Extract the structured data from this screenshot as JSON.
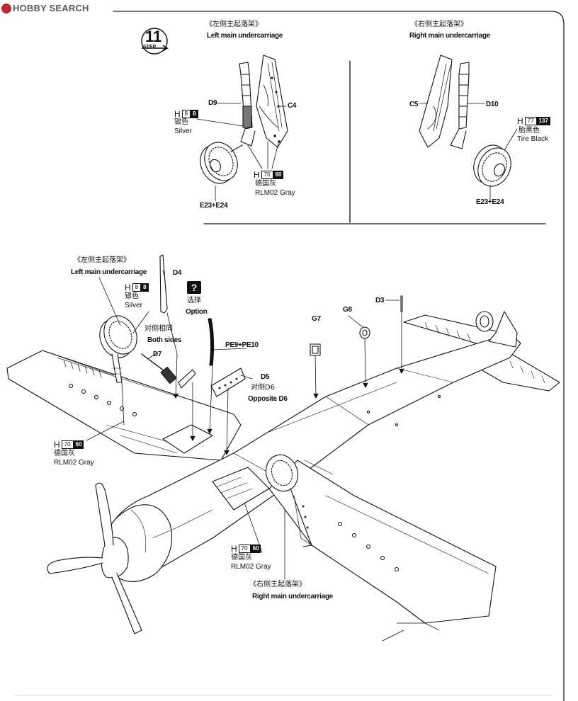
{
  "watermark": "HOBBY SEARCH",
  "step": {
    "number": "11",
    "label": "STEP"
  },
  "top_left": {
    "title_cn": "《左侧主起落架》",
    "title_en": "Left main undercarriage",
    "parts": {
      "d9": "D9",
      "c4": "C4",
      "wheel": "E23+E24"
    },
    "paint_silver": {
      "h": "H",
      "code": "8",
      "code2": "8",
      "cn": "银色",
      "en": "Silver"
    },
    "paint_gray": {
      "h": "H",
      "code": "70",
      "code2": "60",
      "cn": "德国灰",
      "en": "RLM02 Gray"
    }
  },
  "top_right": {
    "title_cn": "《右侧主起落架》",
    "title_en": "Right main undercarriage",
    "parts": {
      "c5": "C5",
      "d10": "D10",
      "wheel": "E23+E24"
    },
    "paint_tire": {
      "h": "H",
      "code": "77",
      "code2": "137",
      "cn": "胎黑色",
      "en": "Tire Black"
    }
  },
  "main": {
    "left_title_cn": "《左侧主起落架》",
    "left_title_en": "Left main undercarriage",
    "right_title_cn": "《右侧主起落架》",
    "right_title_en": "Right main undercarriage",
    "paint_silver": {
      "h": "H",
      "code": "8",
      "code2": "8",
      "cn": "银色",
      "en": "Silver"
    },
    "paint_gray_left": {
      "h": "H",
      "code": "70",
      "code2": "60",
      "cn": "德国灰",
      "en": "RLM02 Gray"
    },
    "paint_gray_center": {
      "h": "H",
      "code": "70",
      "code2": "60",
      "cn": "德国灰",
      "en": "RLM02 Gray"
    },
    "option": {
      "icon": "?",
      "cn": "选择",
      "en": "Option"
    },
    "both_sides": {
      "cn": "对侧相同",
      "en": "Both sides"
    },
    "opposite": {
      "cn": "对侧D6",
      "en": "Opposite D6"
    },
    "parts": {
      "d4": "D4",
      "d7": "D7",
      "pe": "PE9+PE10",
      "d5": "D5",
      "g7": "G7",
      "g8": "G8",
      "d3": "D3"
    }
  }
}
